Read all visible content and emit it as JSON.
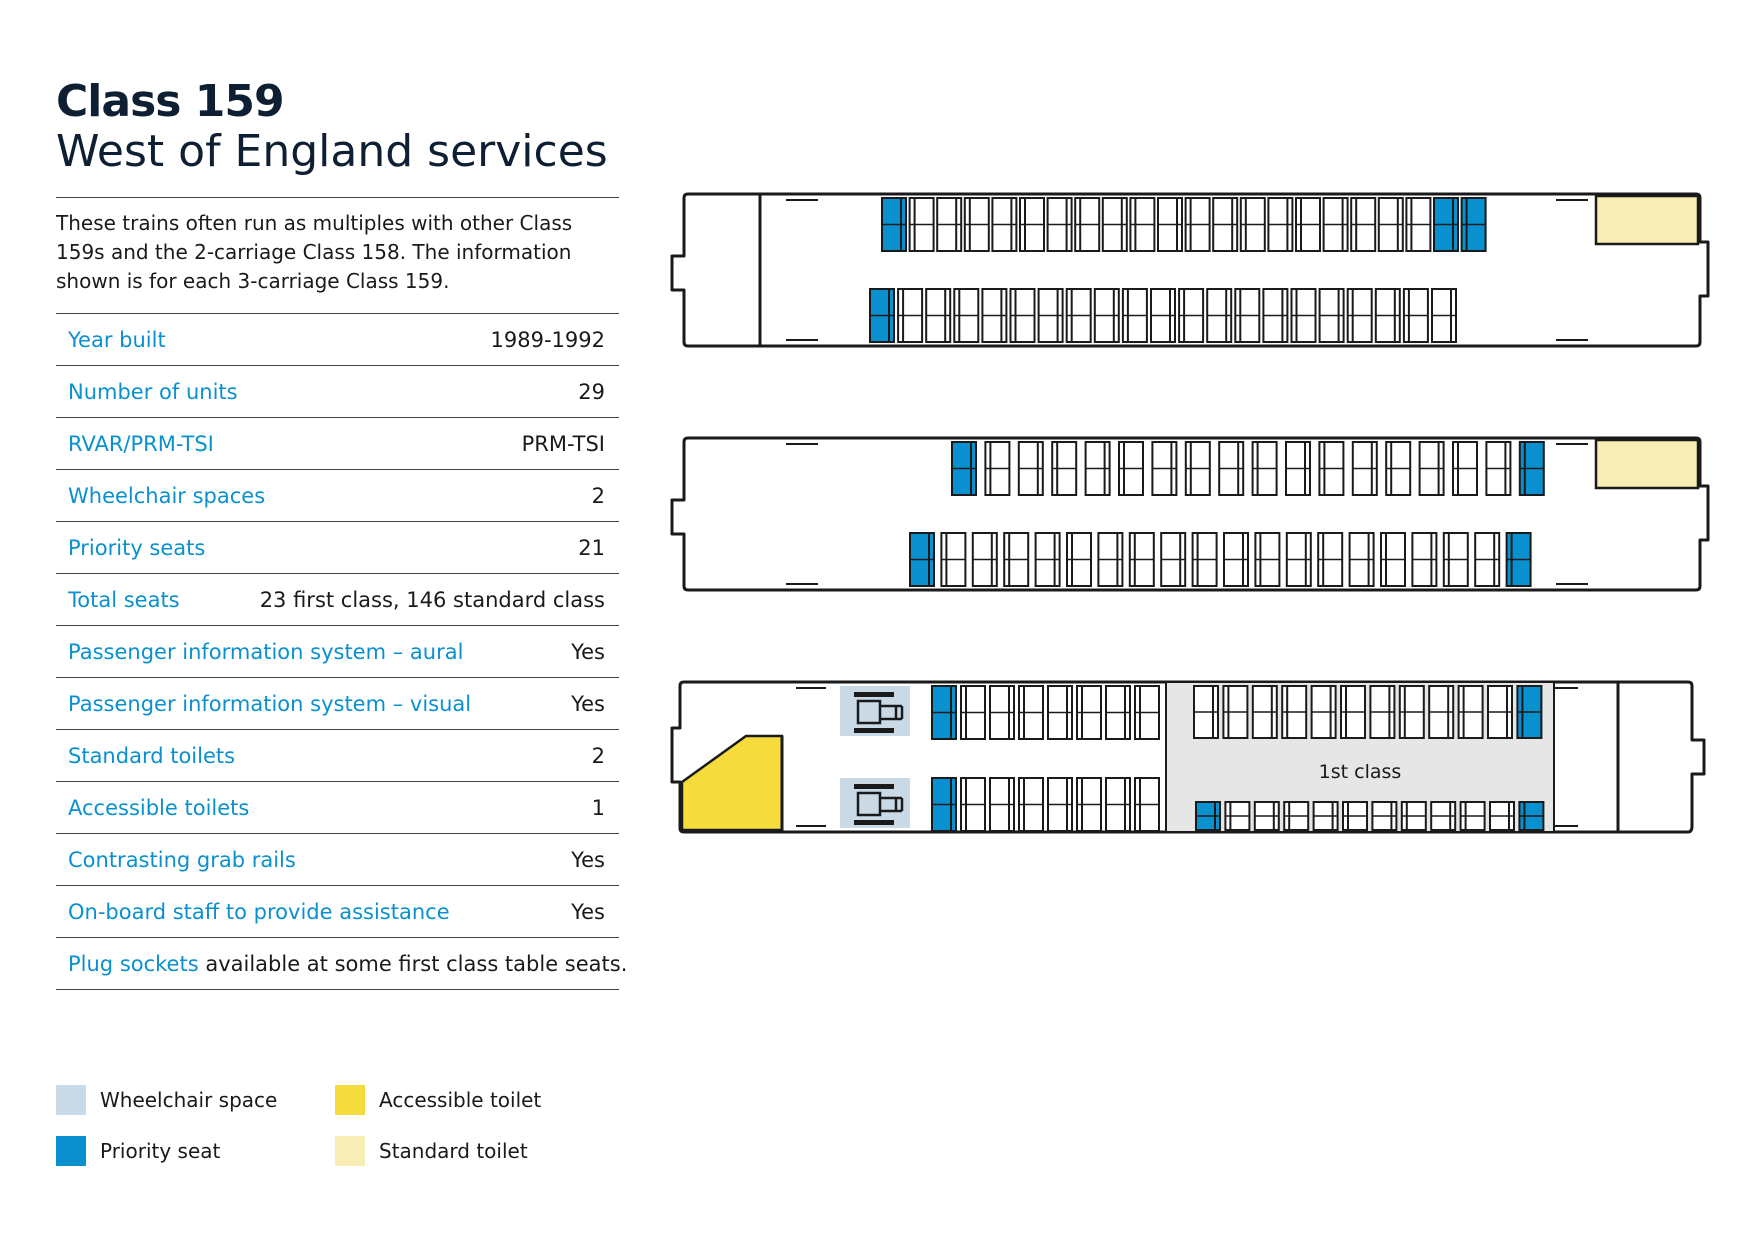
{
  "page": {
    "title": "Class 159",
    "subtitle": "West of England services",
    "intro": "These trains often run as multiples with other Class 159s and the 2-carriage Class 158. The information shown is for each 3-carriage Class 159."
  },
  "specs": [
    {
      "label": "Year built",
      "value": "1989-1992"
    },
    {
      "label": "Number of units",
      "value": "29"
    },
    {
      "label": "RVAR/PRM-TSI",
      "value": "PRM-TSI"
    },
    {
      "label": "Wheelchair spaces",
      "value": "2"
    },
    {
      "label": "Priority seats",
      "value": "21"
    },
    {
      "label": "Total seats",
      "value": "23 first class, 146 standard class"
    },
    {
      "label": "Passenger information system – aural",
      "value": "Yes"
    },
    {
      "label": "Passenger information system – visual",
      "value": "Yes"
    },
    {
      "label": "Standard toilets",
      "value": "2"
    },
    {
      "label": "Accessible toilets",
      "value": "1"
    },
    {
      "label": "Contrasting grab rails",
      "value": "Yes"
    },
    {
      "label": "On-board staff to provide assistance",
      "value": "Yes"
    }
  ],
  "note": {
    "highlight": "Plug sockets",
    "rest": " available at some first class table seats."
  },
  "legend": [
    {
      "key": "wheelchair_space",
      "label": "Wheelchair space",
      "color": "#c9dae6"
    },
    {
      "key": "accessible_toilet",
      "label": "Accessible toilet",
      "color": "#f5dc3c"
    },
    {
      "key": "priority_seat",
      "label": "Priority seat",
      "color": "#0a90cf"
    },
    {
      "key": "standard_toilet",
      "label": "Standard toilet",
      "color": "#f8edb4"
    }
  ],
  "diagram": {
    "first_class_label": "1st class",
    "colors": {
      "outline": "#1a1a1a",
      "priority_seat": "#0a90cf",
      "first_class_area": "#e6e6e6",
      "wheelchair_space": "#c9dae6",
      "accessible_toilet": "#f5dc3c",
      "standard_toilet": "#f8edb4"
    }
  }
}
